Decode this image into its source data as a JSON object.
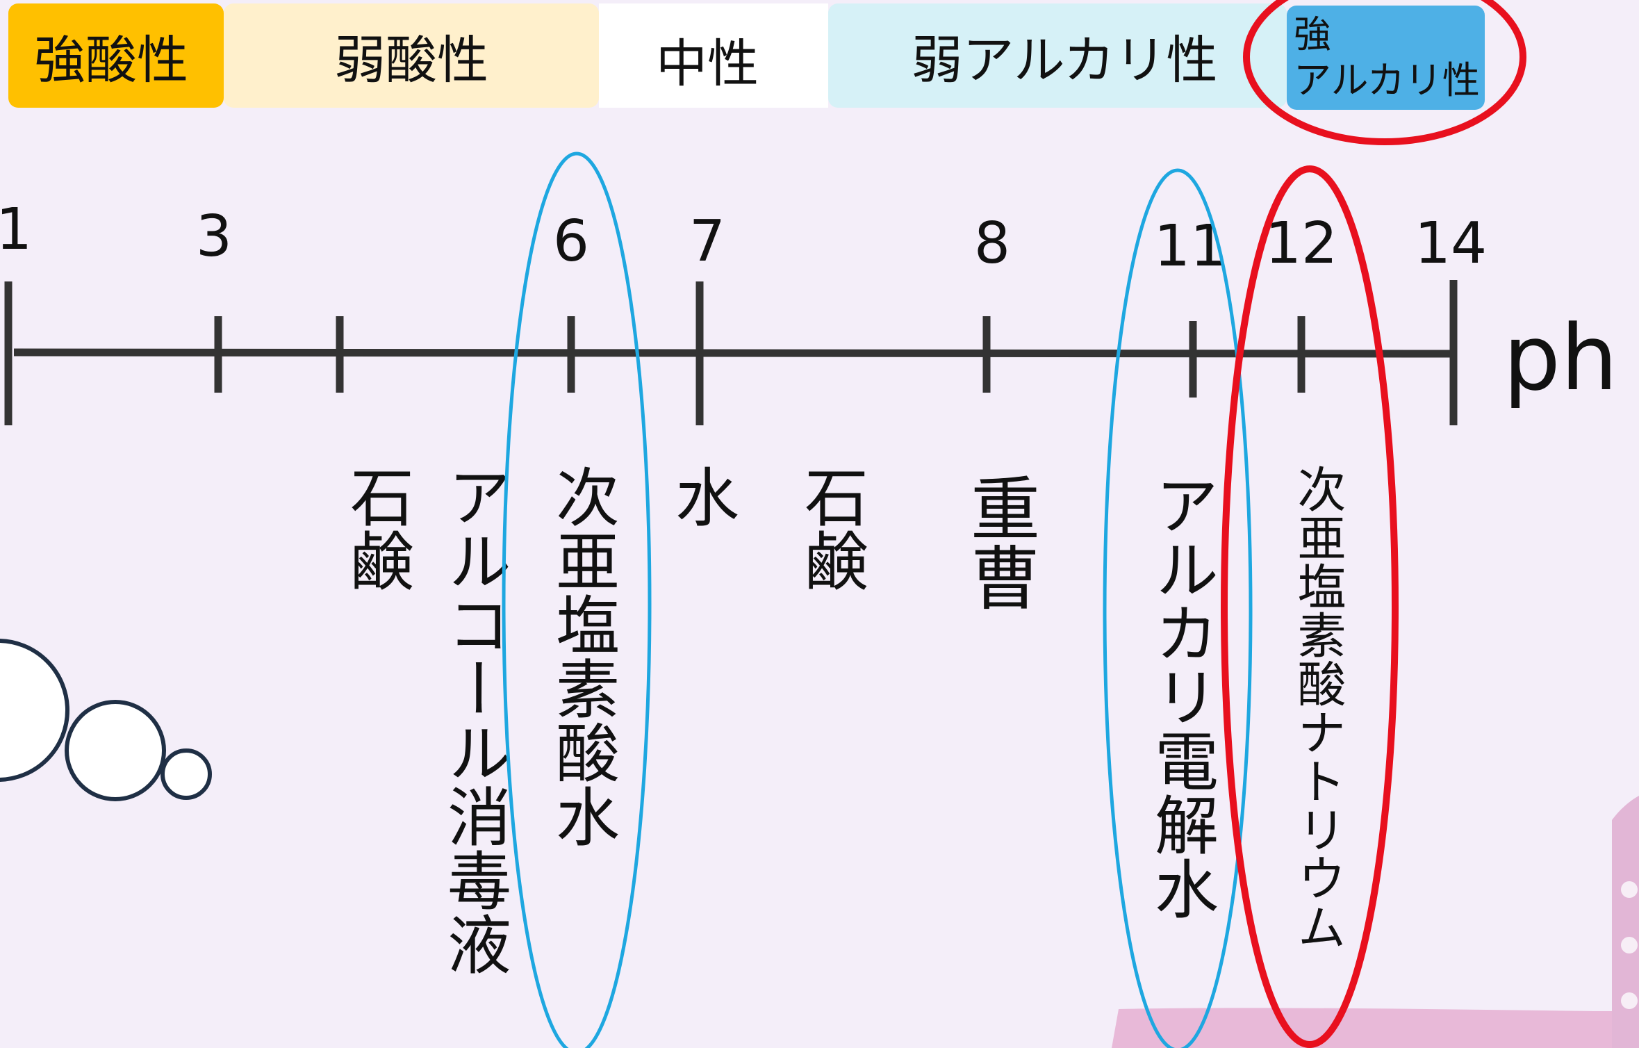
{
  "scale_bands": [
    {
      "id": "strong-acid",
      "label": "強酸性",
      "color": "#ffc000"
    },
    {
      "id": "weak-acid",
      "label": "弱酸性",
      "color": "#fff0cc"
    },
    {
      "id": "neutral",
      "label": "中性",
      "color": "#ffffff"
    },
    {
      "id": "weak-alkaline",
      "label": "弱アルカリ性",
      "color": "#d6f1f7"
    },
    {
      "id": "strong-alkaline",
      "label": "強\nアルカリ性",
      "color": "#4eb0e6"
    }
  ],
  "axis": {
    "unit": "ph",
    "tick_labels": [
      "1",
      "3",
      "6",
      "7",
      "8",
      "11",
      "12",
      "14"
    ]
  },
  "substances": [
    {
      "id": "soap-1",
      "label": "石鹸"
    },
    {
      "id": "alcohol-disinfectant",
      "label": "アルコール消毒液"
    },
    {
      "id": "hypochlorous-water",
      "label": "次亜塩素酸水"
    },
    {
      "id": "water",
      "label": "水"
    },
    {
      "id": "soap-2",
      "label": "石鹸"
    },
    {
      "id": "baking-soda",
      "label": "重曹"
    },
    {
      "id": "alkaline-electrolyzed-water",
      "label": "アルカリ電解水"
    },
    {
      "id": "sodium-hypochlorite",
      "label": "次亜塩素酸ナトリウム"
    }
  ],
  "colors": {
    "page_background": "#f4eef9",
    "axis_line": "#333333",
    "text": "#111111",
    "highlight_blue": "#1ea7e0",
    "highlight_red": "#e8101e",
    "bubble_outline": "#1f2f45",
    "corner_pink": "#e8b9d8"
  }
}
